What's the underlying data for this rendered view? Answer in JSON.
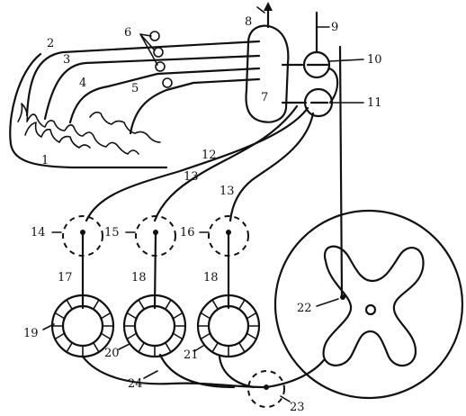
{
  "diagram": {
    "labels": {
      "l1": "1",
      "l2": "2",
      "l3": "3",
      "l4": "4",
      "l5": "5",
      "l6": "6",
      "l7": "7",
      "l8": "8",
      "l9": "9",
      "l10": "10",
      "l11": "11",
      "l12": "12",
      "l13a": "13",
      "l13b": "13",
      "l14": "14",
      "l15": "15",
      "l16": "16",
      "l17": "17",
      "l18a": "18",
      "l18b": "18",
      "l19": "19",
      "l20": "20",
      "l21": "21",
      "l22": "22",
      "l23": "23",
      "l24": "24"
    }
  }
}
